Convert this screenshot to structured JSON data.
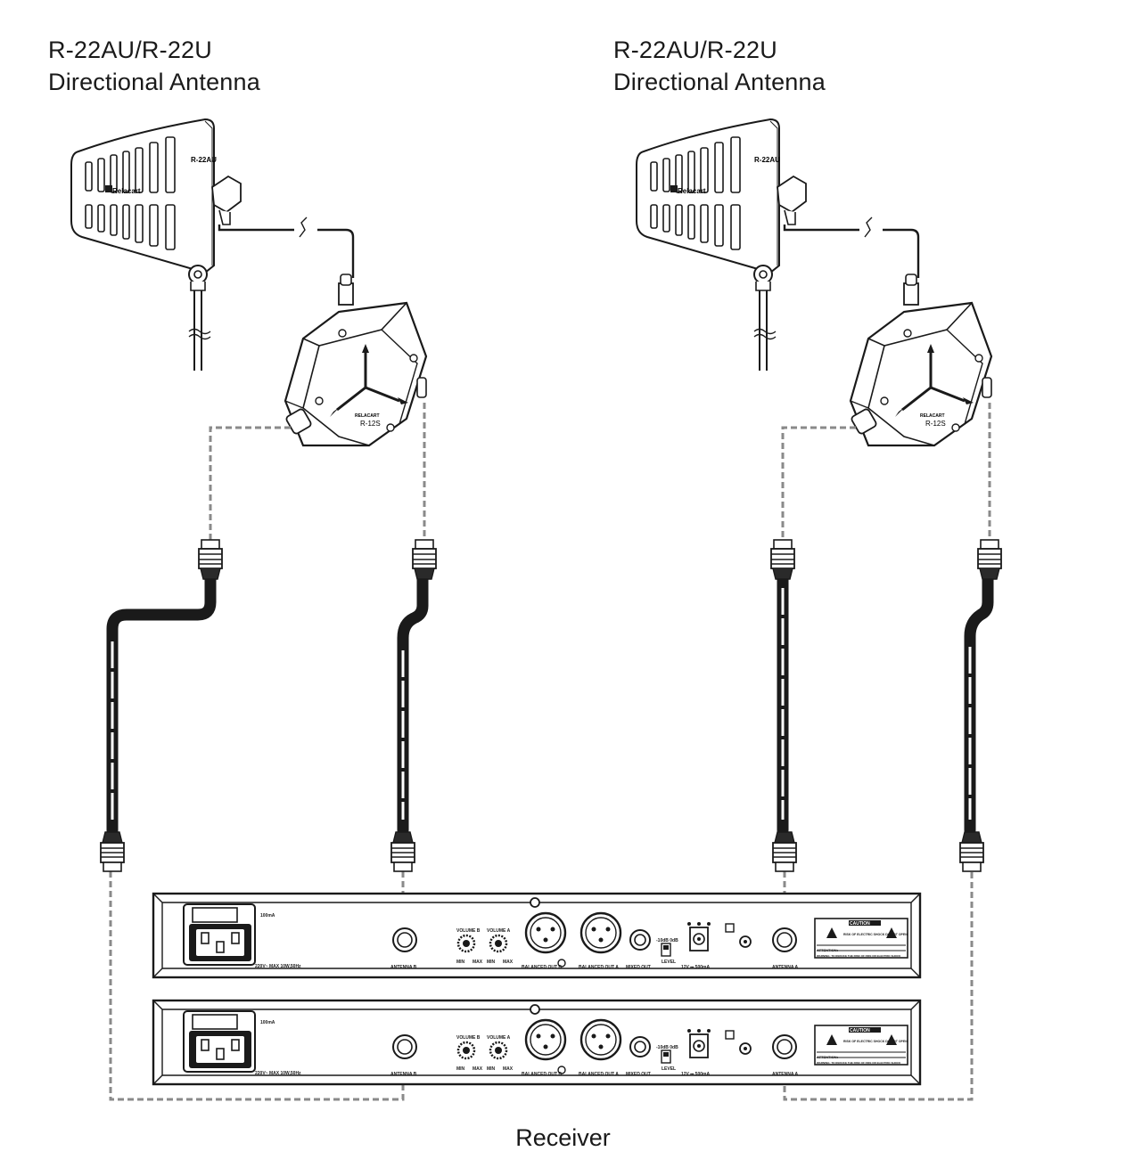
{
  "antenna_left": {
    "model_line": "R-22AU/R-22U",
    "type_line": "Directional Antenna",
    "panel_label": "R-22AU",
    "brand": "Relacart"
  },
  "antenna_right": {
    "model_line": "R-22AU/R-22U",
    "type_line": "Directional Antenna",
    "panel_label": "R-22AU",
    "brand": "Relacart"
  },
  "splitter": {
    "label": "R-12S",
    "brand": "RELACART"
  },
  "receiver_panel": {
    "current": "100mA",
    "power_rating": "220V~ MAX 10W,50Hz",
    "antenna_b": "ANTENNA B",
    "antenna_a": "ANTENNA A",
    "volume_b": "VOLUME B",
    "volume_a": "VOLUME A",
    "min": "MIN",
    "max": "MAX",
    "balanced_out_b": "BALANCED OUT B",
    "balanced_out_a": "BALANCED OUT A",
    "mixed_out": "MIXED OUT",
    "level": "LEVEL",
    "level_values": "-10dB 0dB",
    "dc_in": "12V ⎓ 500mA",
    "caution": "CAUTION",
    "caution_text": "RISK OF ELECTRIC SHOCK DO NOT OPEN",
    "attention": "ATTENTION:",
    "warning": "WARNING: TO REDUCE THE RISK OF FIRE OR ELECTRIC SHOCK"
  },
  "caption": "Receiver"
}
